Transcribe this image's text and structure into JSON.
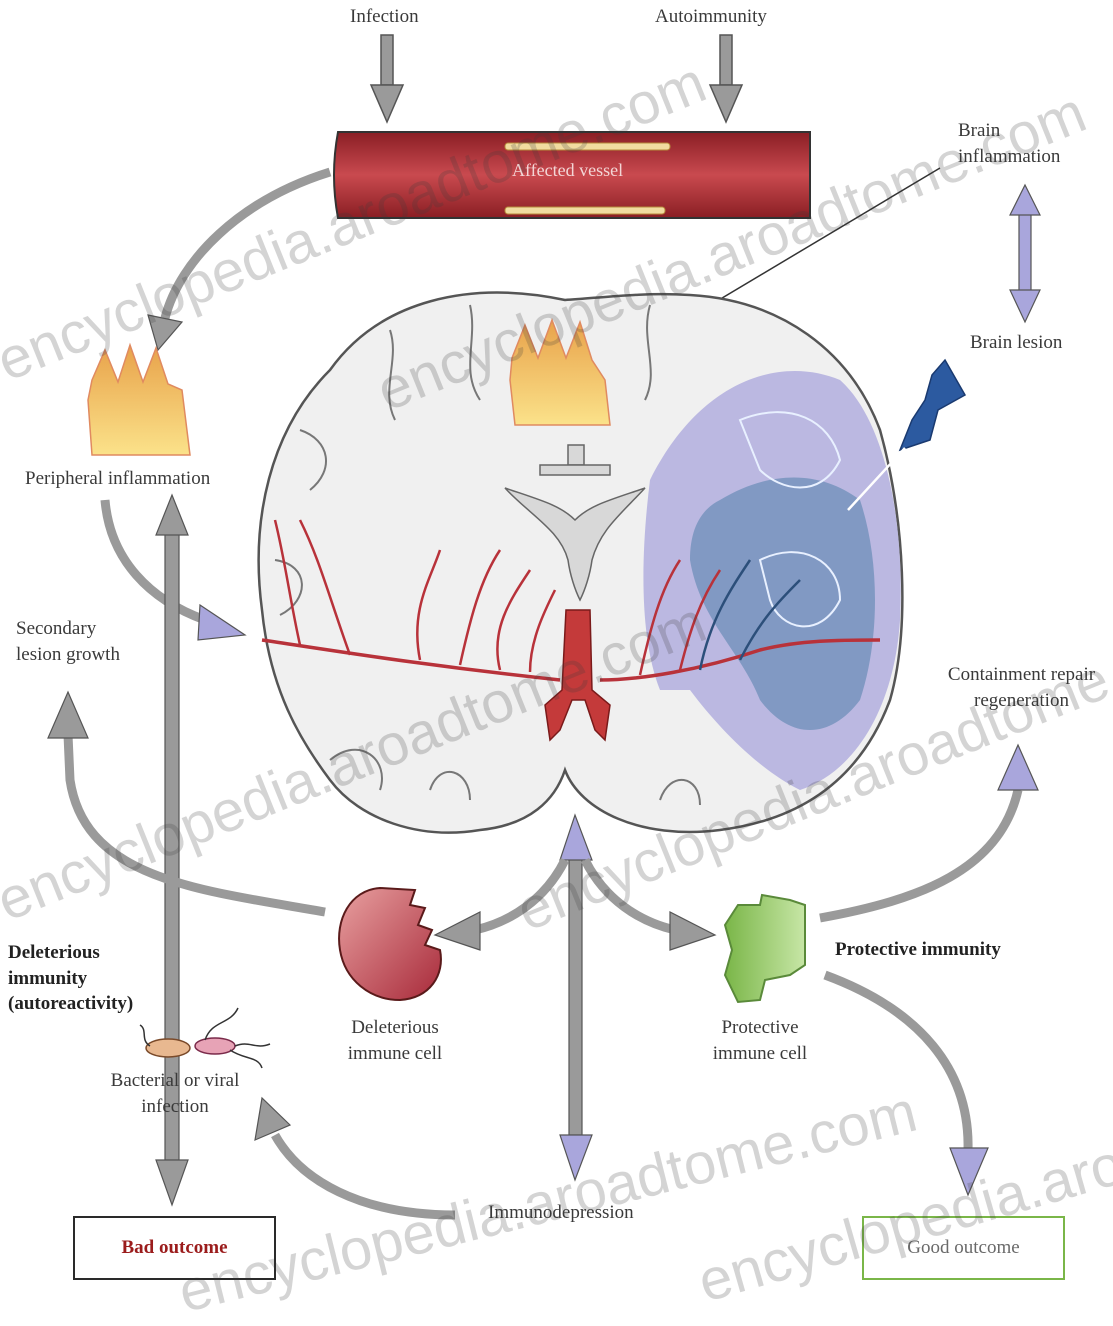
{
  "labels": {
    "infection": "Infection",
    "autoimmunity": "Autoimmunity",
    "vessel": "Affected vessel",
    "brain_inflammation": "Brain\ninflammation",
    "brain_lesion": "Brain lesion",
    "peripheral_inflammation": "Peripheral inflammation",
    "secondary_lesion": "Secondary\nlesion growth",
    "containment": "Containment repair\nregeneration",
    "deleterious_immunity": "Deleterious\nimmunity\n(autoreactivity)",
    "deleterious_cell": "Deleterious\nimmune cell",
    "protective_cell": "Protective\nimmune cell",
    "protective_immunity": "Protective immunity",
    "bacterial_infection": "Bacterial or viral\ninfection",
    "immunodepression": "Immunodepression",
    "bad_outcome": "Bad outcome",
    "good_outcome": "Good outcome"
  },
  "watermark": "encyclopedia.aroadtome.com",
  "colors": {
    "arrow_gray": "#9a9a9a",
    "arrow_lavender": "#a9a6dc",
    "vessel_red": "#b8323a",
    "lesion_blue": "#6d8fb8",
    "protective_green": "#8cc56a"
  }
}
